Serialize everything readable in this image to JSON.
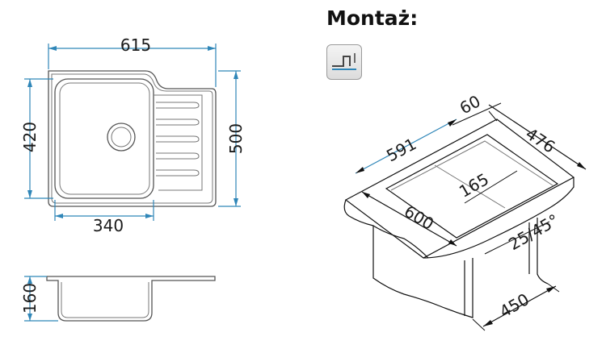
{
  "header": {
    "title": "Montaż:"
  },
  "icons": {
    "mount_type": "overmount-sink-icon"
  },
  "colors": {
    "dimension_lines": "#2f86b8",
    "outline": "#555555",
    "text": "#1a1a1a"
  },
  "top_view": {
    "width_label": "615",
    "depth_label": "500",
    "bowl_depth_label": "420",
    "bowl_width_label": "340"
  },
  "side_view": {
    "height_label": "160"
  },
  "installation": {
    "cutout_width_label": "591",
    "cutout_depth_label": "476",
    "edge_offset_label": "60",
    "bowl_offset_label": "165",
    "cabinet_width_label": "600",
    "countertop_label": "25/45°",
    "cabinet_min_label": "450"
  }
}
